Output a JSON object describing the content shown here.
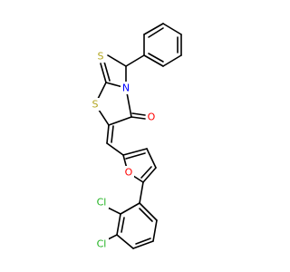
{
  "colors": {
    "background": "#ffffff",
    "bond": "#000000",
    "carbon": "#000000",
    "oxygen": "#ff0000",
    "nitrogen": "#0000ff",
    "sulfur": "#b2a51f",
    "chlorine": "#1fb21f"
  },
  "atoms": {
    "thione_sulfur": "S",
    "ring_nitrogen": "N",
    "ring_sulfur": "S",
    "carbonyl_oxygen": "O",
    "furan_oxygen": "O",
    "chlorine_ortho": "Cl",
    "chlorine_para": "Cl"
  }
}
